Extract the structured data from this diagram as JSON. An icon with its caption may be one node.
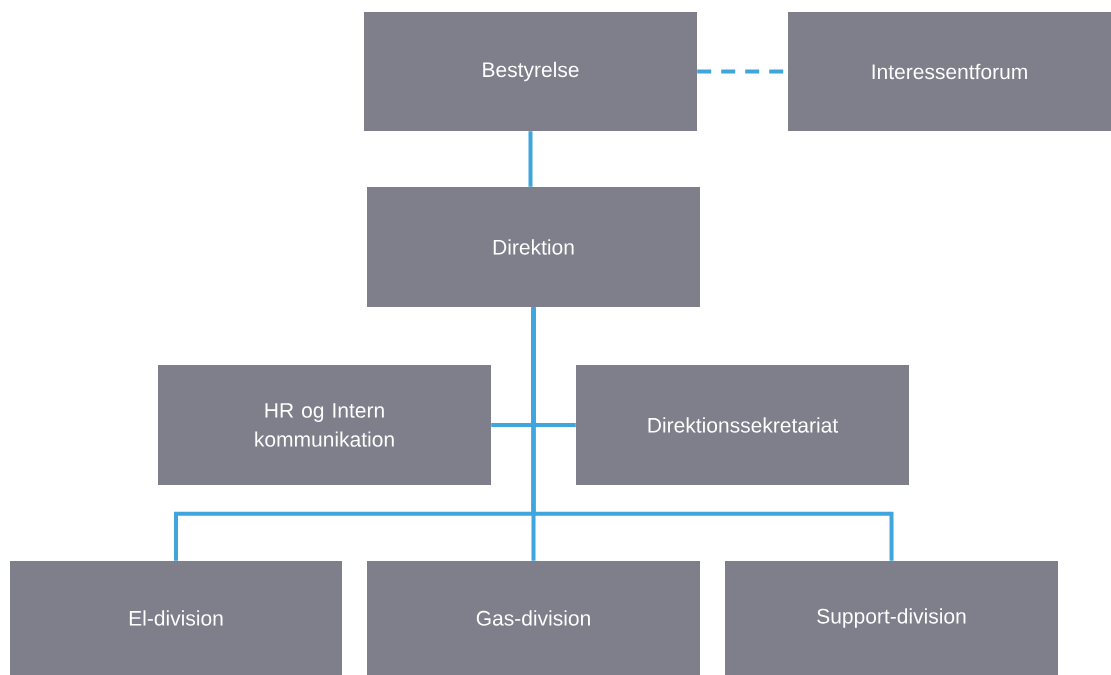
{
  "diagram": {
    "nodes": [
      {
        "text": [
          "Bestyrelse"
        ]
      },
      {
        "text": [
          "Interessentforum"
        ]
      },
      {
        "text": [
          "Direktion"
        ]
      },
      {
        "text": [
          "HR og Intern kommunikation"
        ]
      },
      {
        "text": [
          "Direktionssekretariat"
        ]
      },
      {
        "text": [
          "El-division"
        ]
      },
      {
        "text": [
          "Gas-division"
        ]
      },
      {
        "text": [
          "Support-division"
        ]
      }
    ],
    "edges": [
      {
        "from": 0,
        "to": 1,
        "arrow": "none",
        "style": "dashed"
      },
      {
        "from": 0,
        "to": 2,
        "arrow": "none"
      },
      {
        "from": 2,
        "to": 3,
        "arrow": "none"
      },
      {
        "from": 2,
        "to": 4,
        "arrow": "none"
      },
      {
        "from": 2,
        "to": 5,
        "arrow": "none"
      },
      {
        "from": 2,
        "to": 6,
        "arrow": "none"
      },
      {
        "from": 2,
        "to": 7,
        "arrow": "none"
      }
    ]
  }
}
